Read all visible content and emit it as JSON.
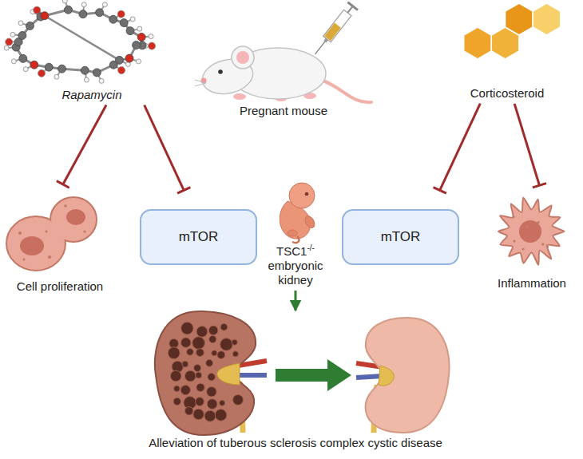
{
  "diagram": {
    "nodes": [
      {
        "text": [
          "Rapamycin"
        ]
      },
      {
        "text": [
          "Pregnant mouse"
        ]
      },
      {
        "text": [
          "Corticosteroid"
        ]
      },
      {
        "text": [
          "Cell proliferation"
        ]
      },
      {
        "text": [
          "mTOR"
        ]
      },
      {
        "text": [
          "TSC1-/- embryonic kidney"
        ]
      },
      {
        "text": [
          "mTOR"
        ]
      },
      {
        "text": [
          "Inflammation"
        ]
      },
      {
        "text": [
          "Alleviation of tuberous sclerosis complex cystic disease"
        ]
      }
    ],
    "edges": [
      {
        "from": 0,
        "to": 3,
        "arrow": "to"
      },
      {
        "from": 0,
        "to": 4,
        "arrow": "to"
      },
      {
        "from": 2,
        "to": 6,
        "arrow": "to"
      },
      {
        "from": 2,
        "to": 7,
        "arrow": "to"
      },
      {
        "from": 5,
        "to": 8,
        "arrow": "to"
      }
    ]
  }
}
